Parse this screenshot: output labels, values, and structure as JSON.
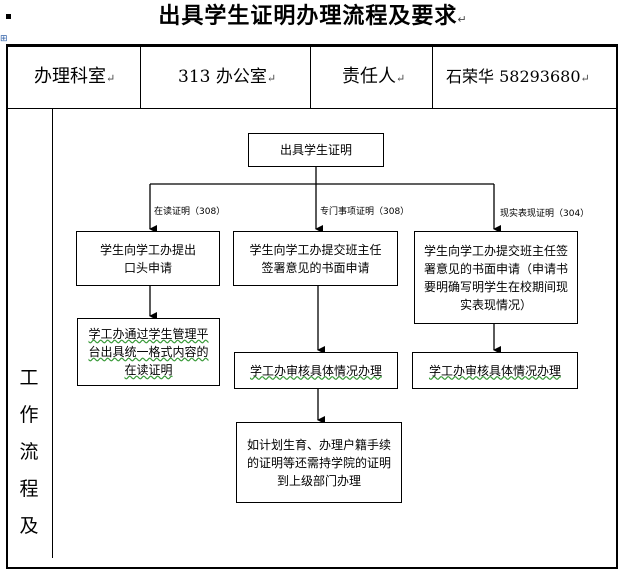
{
  "header": {
    "title": "出具学生证明办理流程及要求",
    "title_mark": "↵"
  },
  "info_row": {
    "dept_label": "办理科室",
    "dept_value": "313 办公室",
    "person_label": "责任人",
    "person_value": "石荣华  58293680",
    "mark": "↵"
  },
  "side_label": [
    "工",
    "作",
    "流",
    "程",
    "及"
  ],
  "flow": {
    "start": "出具学生证明",
    "branches": [
      {
        "label": "在读证明（308）",
        "step1": "学生向学工办提出口头申请",
        "step2": "学工办通过学生管理平台出具统一格式内容的在读证明"
      },
      {
        "label": "专门事项证明（308）",
        "step1": "学生向学工办提交班主任签署意见的书面申请",
        "step2": "学工办审核具体情况办理",
        "step3": "如计划生育、办理户籍手续的证明等还需持学院的证明到上级部门办理"
      },
      {
        "label": "现实表现证明（304）",
        "step1": "学生向学工办提交班主任签署意见的书面申请（申请书要明确写明学生在校期间现实表现情况）",
        "step2": "学工办审核具体情况办理"
      }
    ]
  },
  "colors": {
    "line": "#000000",
    "squiggle": "#3a9a3a",
    "mark": "#3060a8"
  }
}
